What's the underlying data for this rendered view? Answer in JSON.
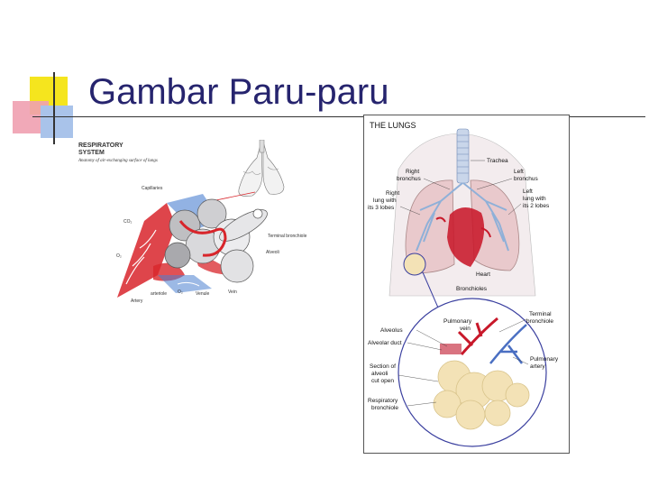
{
  "slide": {
    "title": "Gambar Paru-paru"
  },
  "left_figure": {
    "heading_line1": "RESPIRATORY",
    "heading_line2": "SYSTEM",
    "subtitle": "Anatomy of air-exchanging surface of lungs",
    "labels": {
      "capillaries": "Capillaries",
      "co2": "CO₂",
      "o2_left": "O₂",
      "terminal_bronchiole": "Terminal bronchiole",
      "alveoli": "Alveoli",
      "arteriole": "arteriole",
      "o2_bottom": "O₂",
      "venule": "Venule",
      "vein": "Vein",
      "artery": "Artery"
    },
    "colors": {
      "capillary_red": "#d8252b",
      "capillary_blue": "#4a7fd0",
      "alveoli_gray": "#bfbfc2"
    }
  },
  "right_figure": {
    "title": "THE LUNGS",
    "labels": {
      "trachea": "Trachea",
      "right_bronchus_1": "Right",
      "right_bronchus_2": "bronchus",
      "left_bronchus_1": "Left",
      "left_bronchus_2": "bronchus",
      "right_lung_1": "Right",
      "right_lung_2": "lung with",
      "right_lung_3": "its 3 lobes",
      "left_lung_1": "Left",
      "left_lung_2": "lung with",
      "left_lung_3": "its 2 lobes",
      "heart": "Heart",
      "bronchioles": "Bronchioles",
      "pulmonary_vein_1": "Pulmonary",
      "pulmonary_vein_2": "vein",
      "terminal_bronchiole_1": "Terminal",
      "terminal_bronchiole_2": "bronchiole",
      "alveolus": "Alveolus",
      "alveolar_duct": "Alveolar duct",
      "section_1": "Section of",
      "section_2": "alveoli",
      "section_3": "cut open",
      "pulmonary_artery_1": "Pulmonary",
      "pulmonary_artery_2": "artery",
      "resp_bronchiole_1": "Respiratory",
      "resp_bronchiole_2": "bronchiole"
    },
    "colors": {
      "lung_pink": "#e9c9cc",
      "heart_red": "#c8182a",
      "airway_blue": "#8fb0d8",
      "alveoli_cream": "#f3e2b6",
      "circle_blue": "#3a3f9f"
    }
  }
}
